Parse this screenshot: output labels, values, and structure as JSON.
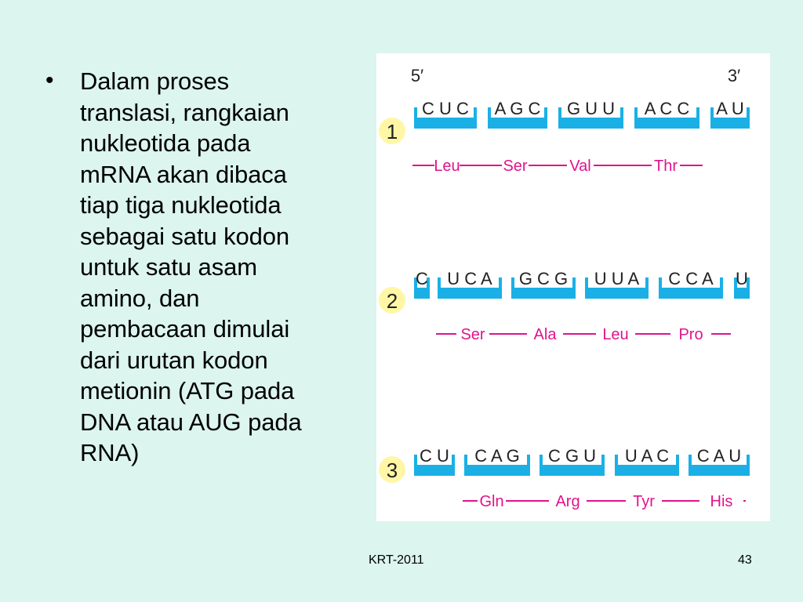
{
  "slide": {
    "bullet": "Dalam proses\ntranslasi, rangkaian\nnukleotida pada\nmRNA akan dibaca\ntiap tiga nukleotida\nsebagai satu kodon\nuntuk satu asam\namino, dan\npembacaan dimulai\ndari urutan kodon\nmetionin (ATG pada\nDNA atau AUG pada\nRNA)",
    "footer_center": "KRT-2011",
    "page_number": "43"
  },
  "diagram": {
    "end_5": "5′",
    "end_3": "3′",
    "colors": {
      "strand": "#1ab0e6",
      "codon_text": "#222222",
      "amino": "#e0138c",
      "badge": "#fff7a6"
    },
    "frames": [
      {
        "number": "1",
        "codons": [
          "C U C",
          "A G C",
          "G U U",
          "A C C",
          "A U"
        ],
        "aminos": [
          "Leu",
          "Ser",
          "Val",
          "Thr"
        ]
      },
      {
        "number": "2",
        "codons": [
          "C",
          "U C A",
          "G C G",
          "U U A",
          "C C A",
          "U"
        ],
        "aminos": [
          "Ser",
          "Ala",
          "Leu",
          "Pro"
        ]
      },
      {
        "number": "3",
        "codons": [
          "C U",
          "C A G",
          "C G U",
          "U A C",
          "C A U"
        ],
        "aminos": [
          "Gln",
          "Arg",
          "Tyr",
          "His"
        ]
      }
    ]
  }
}
